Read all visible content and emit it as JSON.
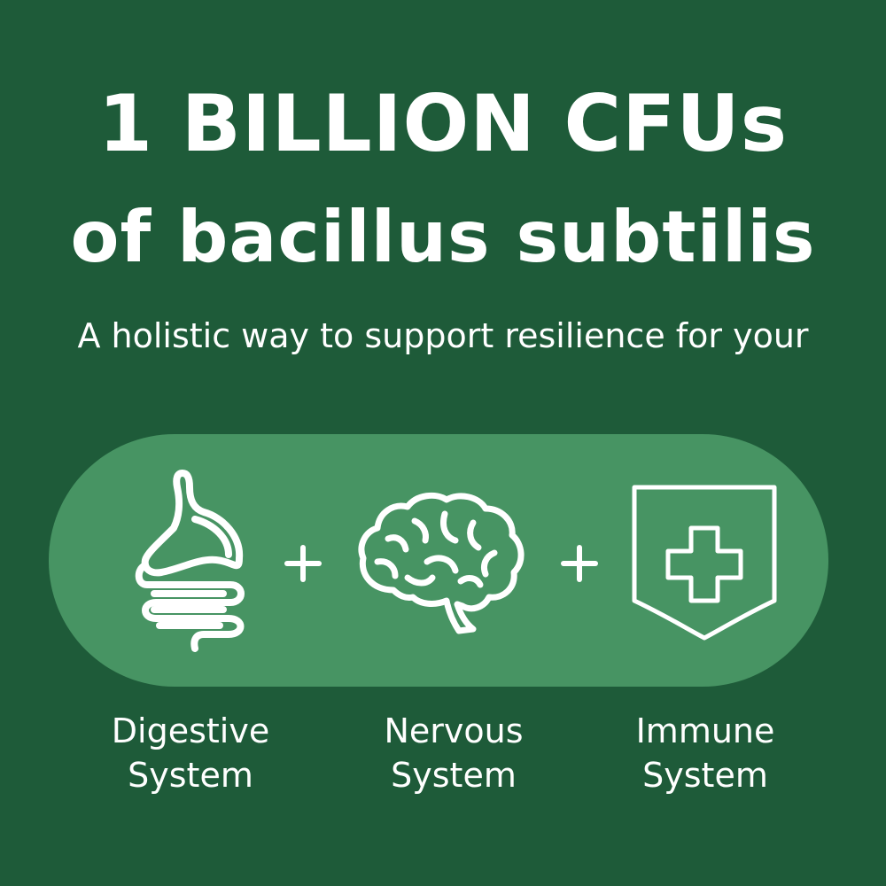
{
  "headline": {
    "line1": "1 BILLION CFUs",
    "line2": "of bacillus subtilis"
  },
  "subtitle": "A holistic way to support resilience for your",
  "benefits": [
    {
      "icon": "digestive-system-icon",
      "line1": "Digestive",
      "line2": "System"
    },
    {
      "icon": "brain-icon",
      "line1": "Nervous",
      "line2": "System"
    },
    {
      "icon": "shield-cross-icon",
      "line1": "Immune",
      "line2": "System"
    }
  ],
  "colors": {
    "background": "#1e5b39",
    "pill": "#479463",
    "text": "#ffffff"
  }
}
